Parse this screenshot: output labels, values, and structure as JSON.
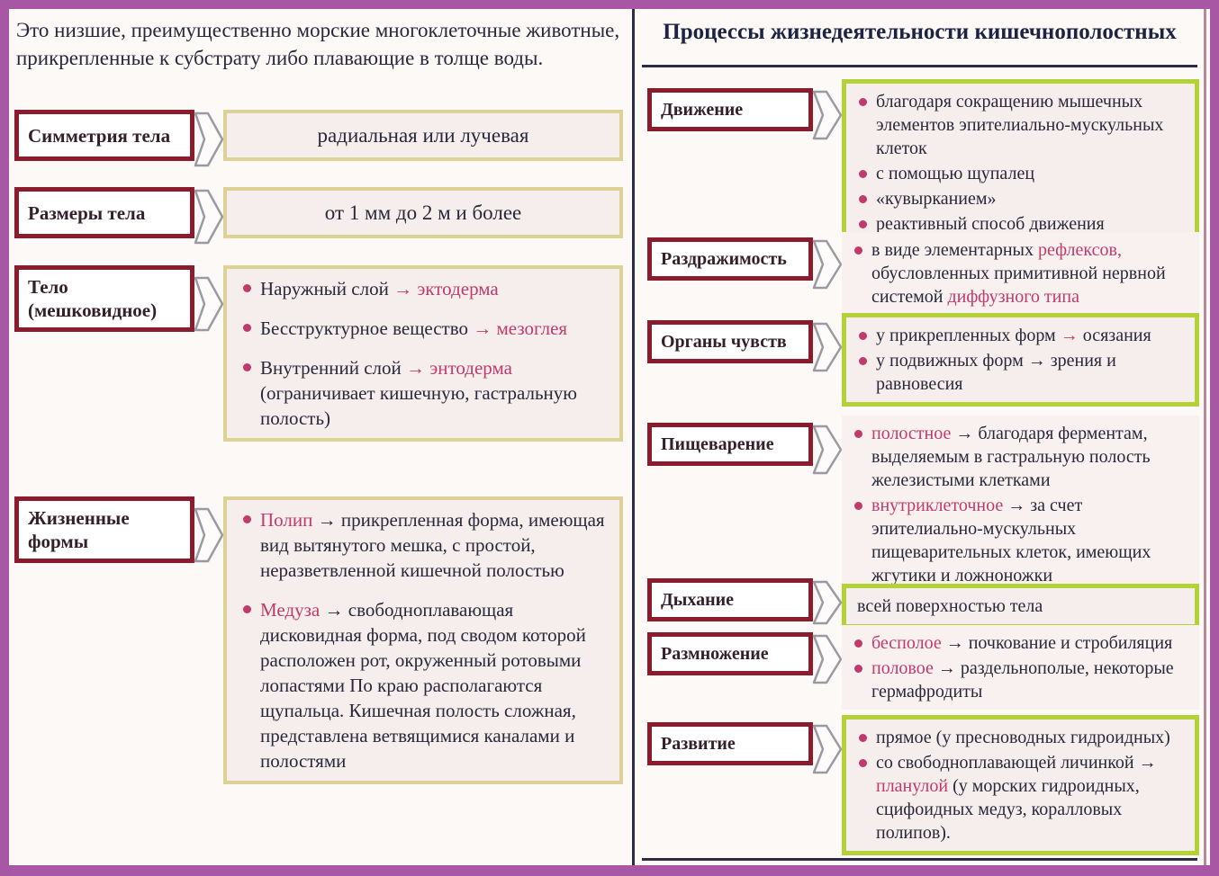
{
  "colors": {
    "frame": "#a857a4",
    "panelbg": "#fcf9f7",
    "maroon": "#8a1c2e",
    "labelink": "#33202a",
    "khaki": "#dcd296",
    "contentbg": "#f6eeec",
    "green": "#b4d138",
    "ink": "#28283a",
    "accent": "#c13a6c",
    "rule": "#2c2c48",
    "titleink": "#1d2342"
  },
  "left": {
    "intro": "Это низшие, преимущественно морские многоклеточные животные, прикрепленные к субстрату либо плавающие в толще воды.",
    "rows": [
      {
        "label": "Симметрия тела",
        "text": "радиальная или лучевая"
      },
      {
        "label": "Размеры тела",
        "text": "от 1 мм до 2 м и более"
      },
      {
        "label": "Тело (мешковидное)",
        "bullets": [
          [
            [
              "Наружный слой ",
              "d"
            ],
            [
              "→ эктодерма",
              "p"
            ]
          ],
          [
            [
              "Бесструктурное вещество ",
              "d"
            ],
            [
              "→ мезоглея",
              "p"
            ]
          ],
          [
            [
              "Внутренний слой ",
              "d"
            ],
            [
              "→ энтодерма",
              "p"
            ],
            [
              " (ограничивает кишечную, гастральную полость)",
              "d"
            ]
          ]
        ]
      },
      {
        "label": "Жизненные формы",
        "bullets": [
          [
            [
              "Полип",
              "p"
            ],
            [
              " → прикрепленная форма, имеющая вид вытянутого мешка, с простой, неразветвленной кишечной полостью",
              "d"
            ]
          ],
          [
            [
              "Медуза",
              "p"
            ],
            [
              " → свободноплавающая дисковидная форма, под сводом которой расположен рот, окруженный ротовыми лопастями По краю располагаются щупальца. Кишечная полость сложная, представлена ветвящимися каналами и полостями",
              "d"
            ]
          ]
        ]
      }
    ]
  },
  "right": {
    "title": "Процессы жизнедеятельности кишечнополостных",
    "rows": [
      {
        "label": "Движение",
        "style": "green",
        "bullets": [
          [
            [
              "благодаря сокращению мышечных элементов эпителиально-мускульных клеток",
              "d"
            ]
          ],
          [
            [
              "с помощью щупалец",
              "d"
            ]
          ],
          [
            [
              "«кувырканием»",
              "d"
            ]
          ],
          [
            [
              "реактивный способ движения",
              "d"
            ]
          ]
        ]
      },
      {
        "label": "Раздражимость",
        "style": "plain",
        "bullets": [
          [
            [
              "в виде элементарных ",
              "d"
            ],
            [
              "рефлексов,",
              "p"
            ],
            [
              " обусловленных примитивной нервной системой ",
              "d"
            ],
            [
              "диффузного типа",
              "p"
            ]
          ]
        ]
      },
      {
        "label": "Органы чувств",
        "style": "green",
        "bullets": [
          [
            [
              "у прикрепленных форм ",
              "d"
            ],
            [
              "→",
              "p"
            ],
            [
              " осязания",
              "d"
            ]
          ],
          [
            [
              "у подвижных форм → зрения и равновесия",
              "d"
            ]
          ]
        ]
      },
      {
        "label": "Пищеварение",
        "style": "plain",
        "bullets": [
          [
            [
              "полостное",
              "p"
            ],
            [
              " → благодаря ферментам, выделяемым в гастральную полость железистыми клетками",
              "d"
            ]
          ],
          [
            [
              "внутриклеточное",
              "p"
            ],
            [
              " → за счет эпителиально-мускульных пищеварительных клеток, имеющих жгутики и ложноножки",
              "d"
            ]
          ]
        ]
      },
      {
        "label": "Дыхание",
        "style": "green",
        "text": "всей поверхностью тела"
      },
      {
        "label": "Размножение",
        "style": "plain",
        "bullets": [
          [
            [
              "бесполое",
              "p"
            ],
            [
              " → почкование и стробиляция",
              "d"
            ]
          ],
          [
            [
              "половое",
              "p"
            ],
            [
              " → раздельнополые, некоторые гермафродиты",
              "d"
            ]
          ]
        ]
      },
      {
        "label": "Развитие",
        "style": "green",
        "bullets": [
          [
            [
              "прямое (у пресноводных гидроидных)",
              "d"
            ]
          ],
          [
            [
              "со свободноплавающей личинкой → ",
              "d"
            ],
            [
              "планулой",
              "p"
            ],
            [
              " (у морских гидроидных, сцифоидных медуз, коралловых полипов).",
              "d"
            ]
          ]
        ]
      }
    ]
  }
}
